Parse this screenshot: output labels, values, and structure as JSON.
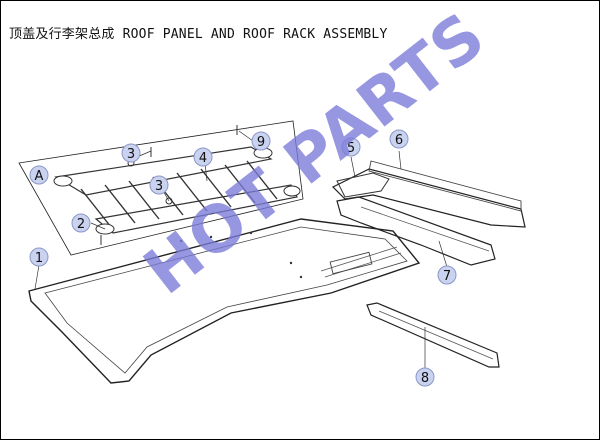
{
  "title": {
    "chinese": "顶盖及行李架总成",
    "english": "ROOF PANEL AND ROOF RACK ASSEMBLY"
  },
  "watermark": "HOT PARTS",
  "callouts": [
    {
      "id": "1",
      "label": "1"
    },
    {
      "id": "2",
      "label": "2"
    },
    {
      "id": "3a",
      "label": "3"
    },
    {
      "id": "3b",
      "label": "3"
    },
    {
      "id": "4",
      "label": "4"
    },
    {
      "id": "5",
      "label": "5"
    },
    {
      "id": "6",
      "label": "6"
    },
    {
      "id": "7",
      "label": "7"
    },
    {
      "id": "8",
      "label": "8"
    },
    {
      "id": "9",
      "label": "9"
    },
    {
      "id": "A",
      "label": "A"
    }
  ],
  "colors": {
    "callout_fill": "#c9d2ef",
    "callout_stroke": "#8b97c8",
    "watermark": "#7b7bd9",
    "line": "#222222"
  }
}
